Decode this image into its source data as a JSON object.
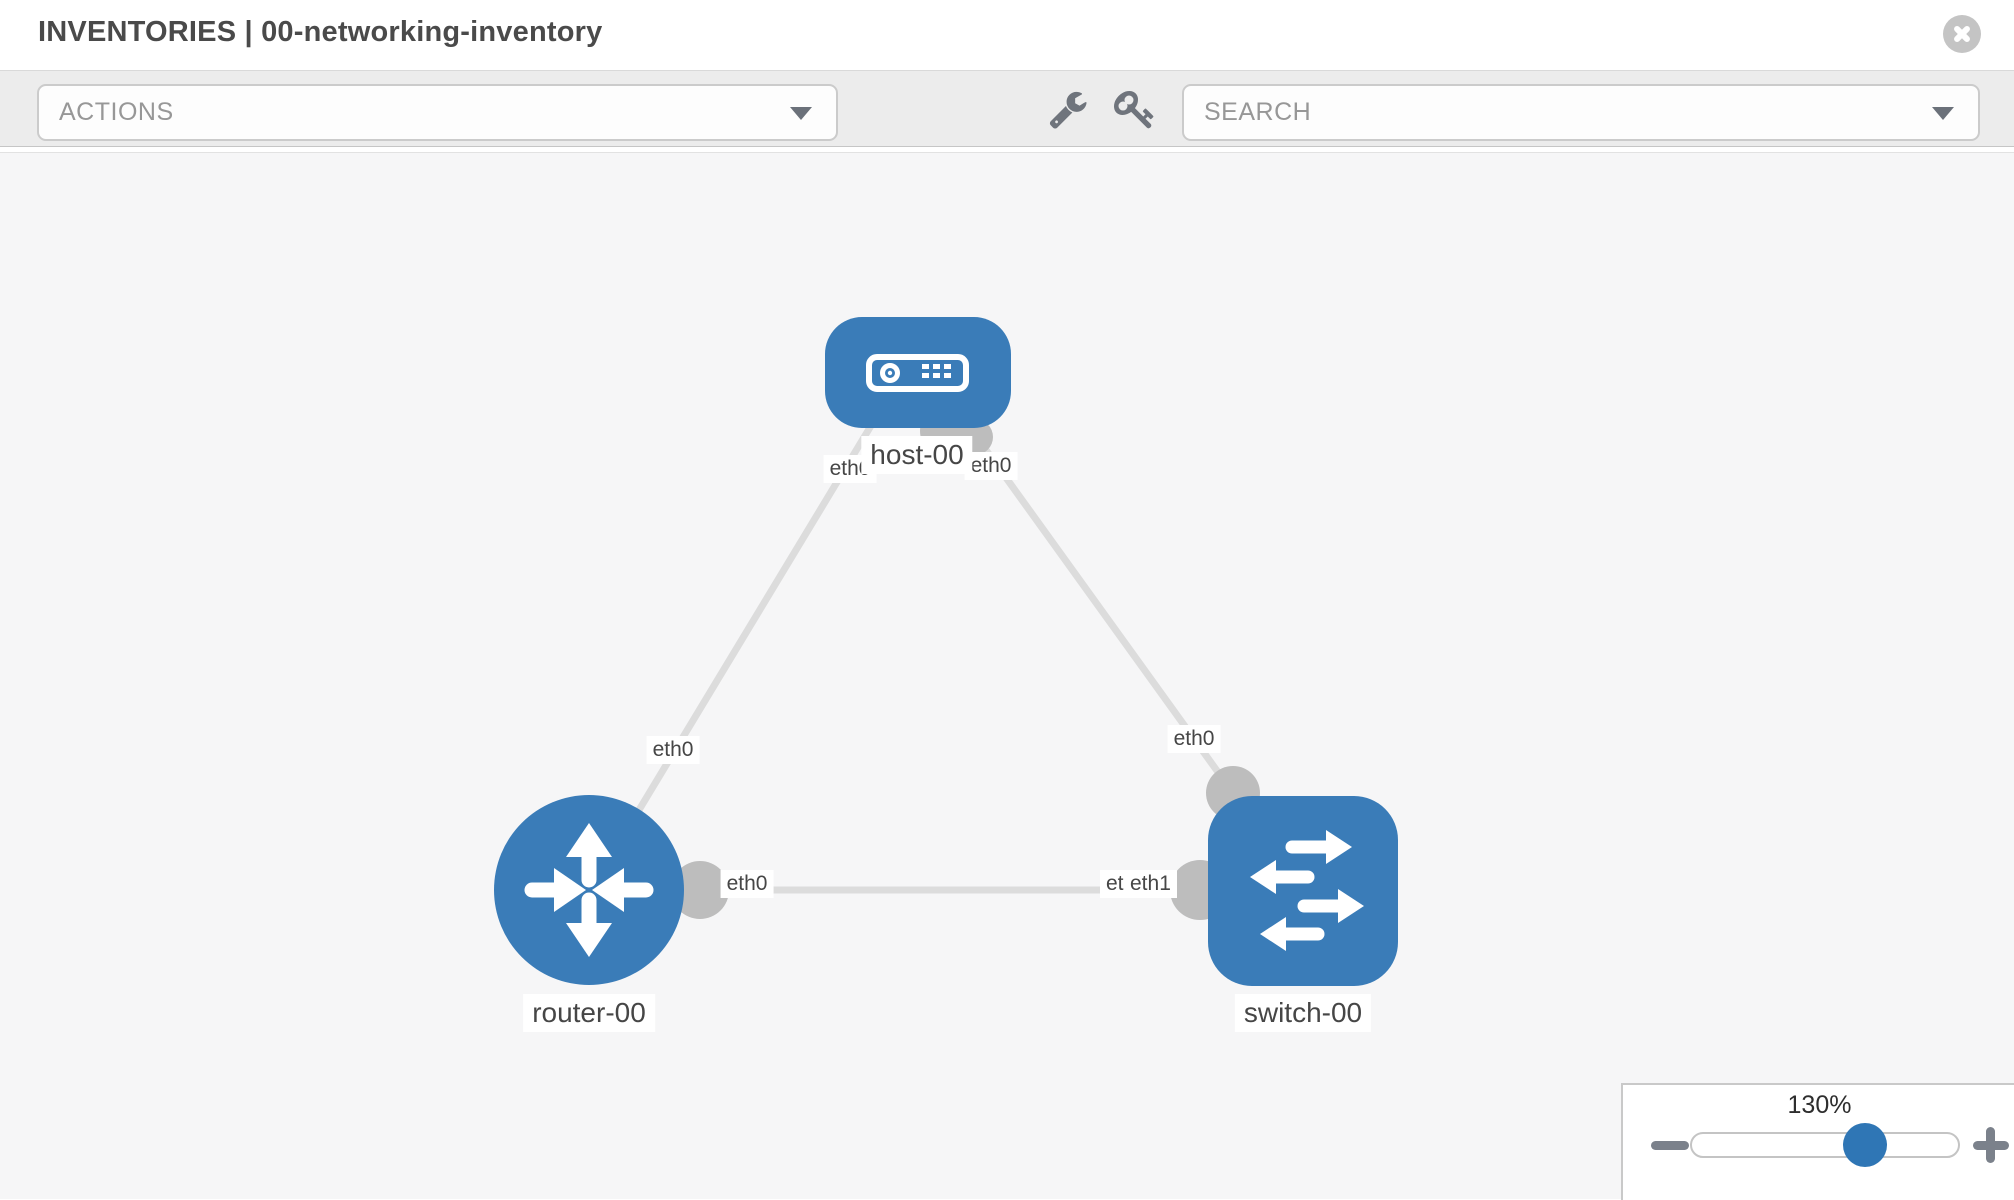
{
  "header": {
    "title": "INVENTORIES | 00-networking-inventory",
    "close_icon": "close-circle-icon"
  },
  "toolbar": {
    "actions_label": "ACTIONS",
    "search_placeholder": "SEARCH",
    "icons": [
      "wrench-icon",
      "key-icon"
    ],
    "caret_icon": "chevron-down-icon"
  },
  "topology": {
    "nodes": [
      {
        "name": "host-00",
        "type": "host",
        "icon": "server-icon"
      },
      {
        "name": "router-00",
        "type": "router",
        "icon": "router-arrows-icon"
      },
      {
        "name": "switch-00",
        "type": "switch",
        "icon": "switch-arrows-icon"
      }
    ],
    "links": [
      {
        "source": "host-00",
        "source_interface": "eth0",
        "target": "router-00",
        "target_interface": "eth0"
      },
      {
        "source": "host-00",
        "source_interface": "eth0",
        "target": "switch-00",
        "target_interface": "eth0"
      },
      {
        "source": "router-00",
        "source_interface": "eth0",
        "target": "switch-00",
        "target_interface": "eth1",
        "overlapped_interface": "eth0",
        "displayed_overlap_text": "etleth1"
      }
    ]
  },
  "zoom_control": {
    "level": "130%",
    "minus_icon": "minus-icon",
    "plus_icon": "plus-icon"
  },
  "colors": {
    "node_blue": "#3a7cb8",
    "knob_blue": "#2f76b5",
    "link_gray": "#dcdcdc",
    "connector_gray": "#bdbdbd",
    "toolbar_bg": "#ececec",
    "canvas_bg": "#f6f6f7",
    "icon_gray": "#6f747c",
    "close_gray": "#c4c4c4"
  }
}
